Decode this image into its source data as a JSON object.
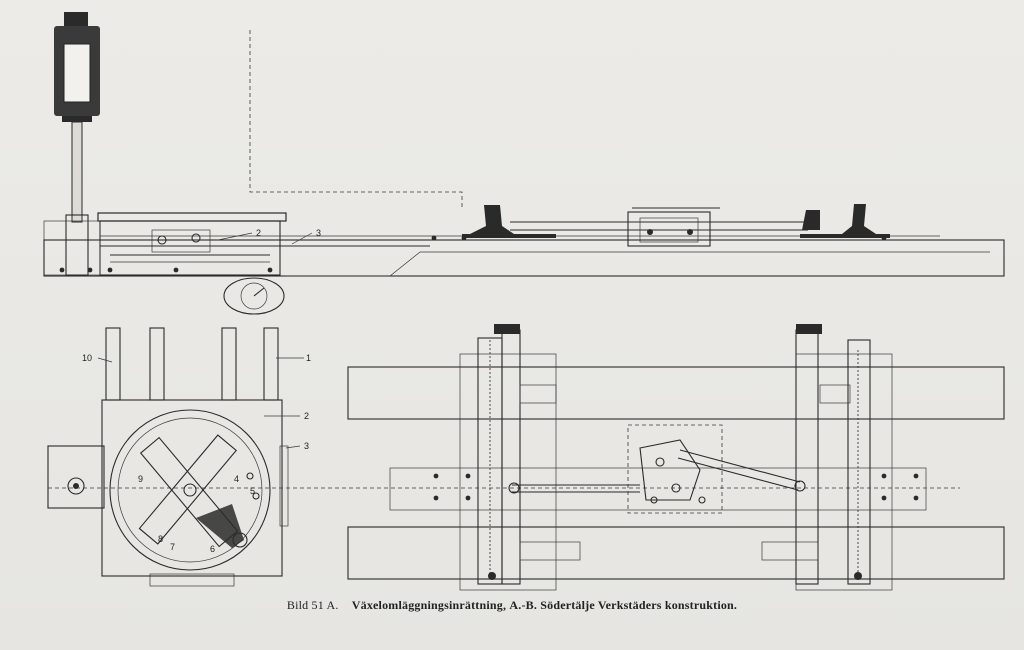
{
  "figure": {
    "number": "Bild 51 A.",
    "title": "Växelomläggningsinrättning,",
    "maker": "A.-B. Södertälje Verkstäders konstruktion."
  },
  "callouts": {
    "top": [
      "2",
      "3"
    ],
    "bottom_right": [
      "1",
      "2",
      "3"
    ],
    "bottom_left": [
      "10"
    ],
    "mechanism": [
      "9",
      "4",
      "5",
      "8",
      "7",
      "6"
    ]
  }
}
